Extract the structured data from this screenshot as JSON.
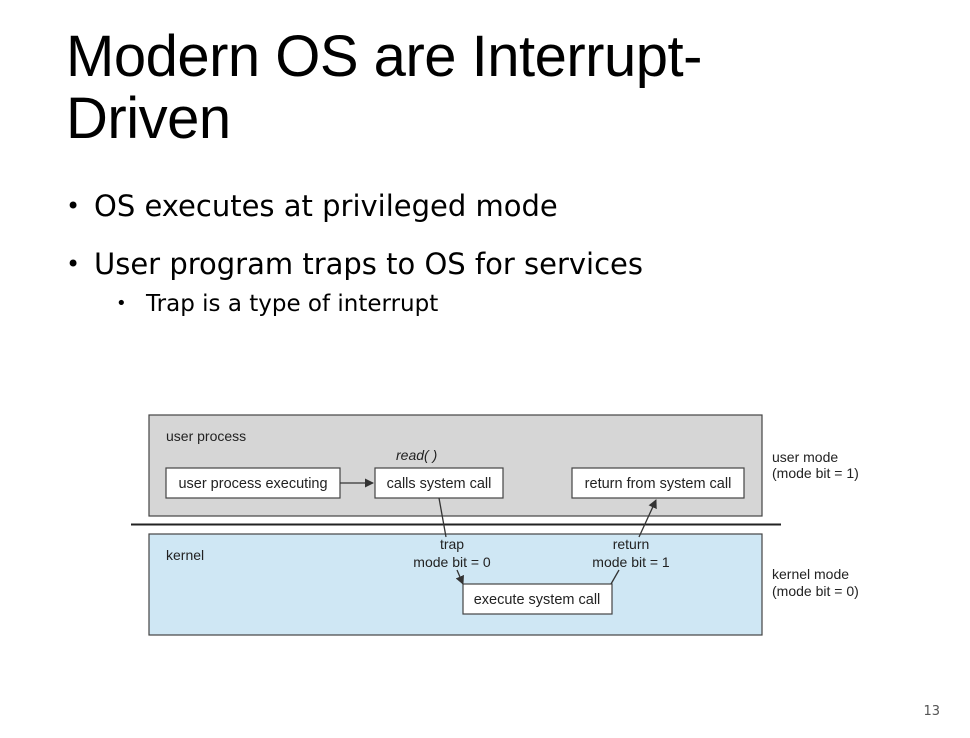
{
  "slide": {
    "title_line1": "Modern OS are Interrupt-",
    "title_line2": "Driven",
    "bullets": [
      "OS executes at privileged mode",
      "User program traps to OS for services"
    ],
    "sub_bullets": [
      "Trap is a type of interrupt"
    ],
    "page_number": "13"
  },
  "diagram": {
    "user_region_label": "user process",
    "kernel_region_label": "kernel",
    "box_user_exec": "user process executing",
    "box_calls": "calls system call",
    "box_return": "return from system call",
    "box_execute": "execute system call",
    "trap_line1": "trap",
    "trap_line2": "mode bit = 0",
    "return_line1": "return",
    "return_line2": "mode bit = 1",
    "user_mode_line1": "user mode",
    "user_mode_line2": "(mode bit = 1)",
    "kernel_mode_line1": "kernel mode",
    "kernel_mode_line2": "(mode bit = 0)",
    "handwritten_note": "read( )",
    "colors": {
      "user_fill": "#d6d6d6",
      "kernel_fill": "#cfe7f4",
      "box_fill": "#ffffff",
      "stroke": "#444444",
      "ink": "#2e8b3e"
    }
  }
}
